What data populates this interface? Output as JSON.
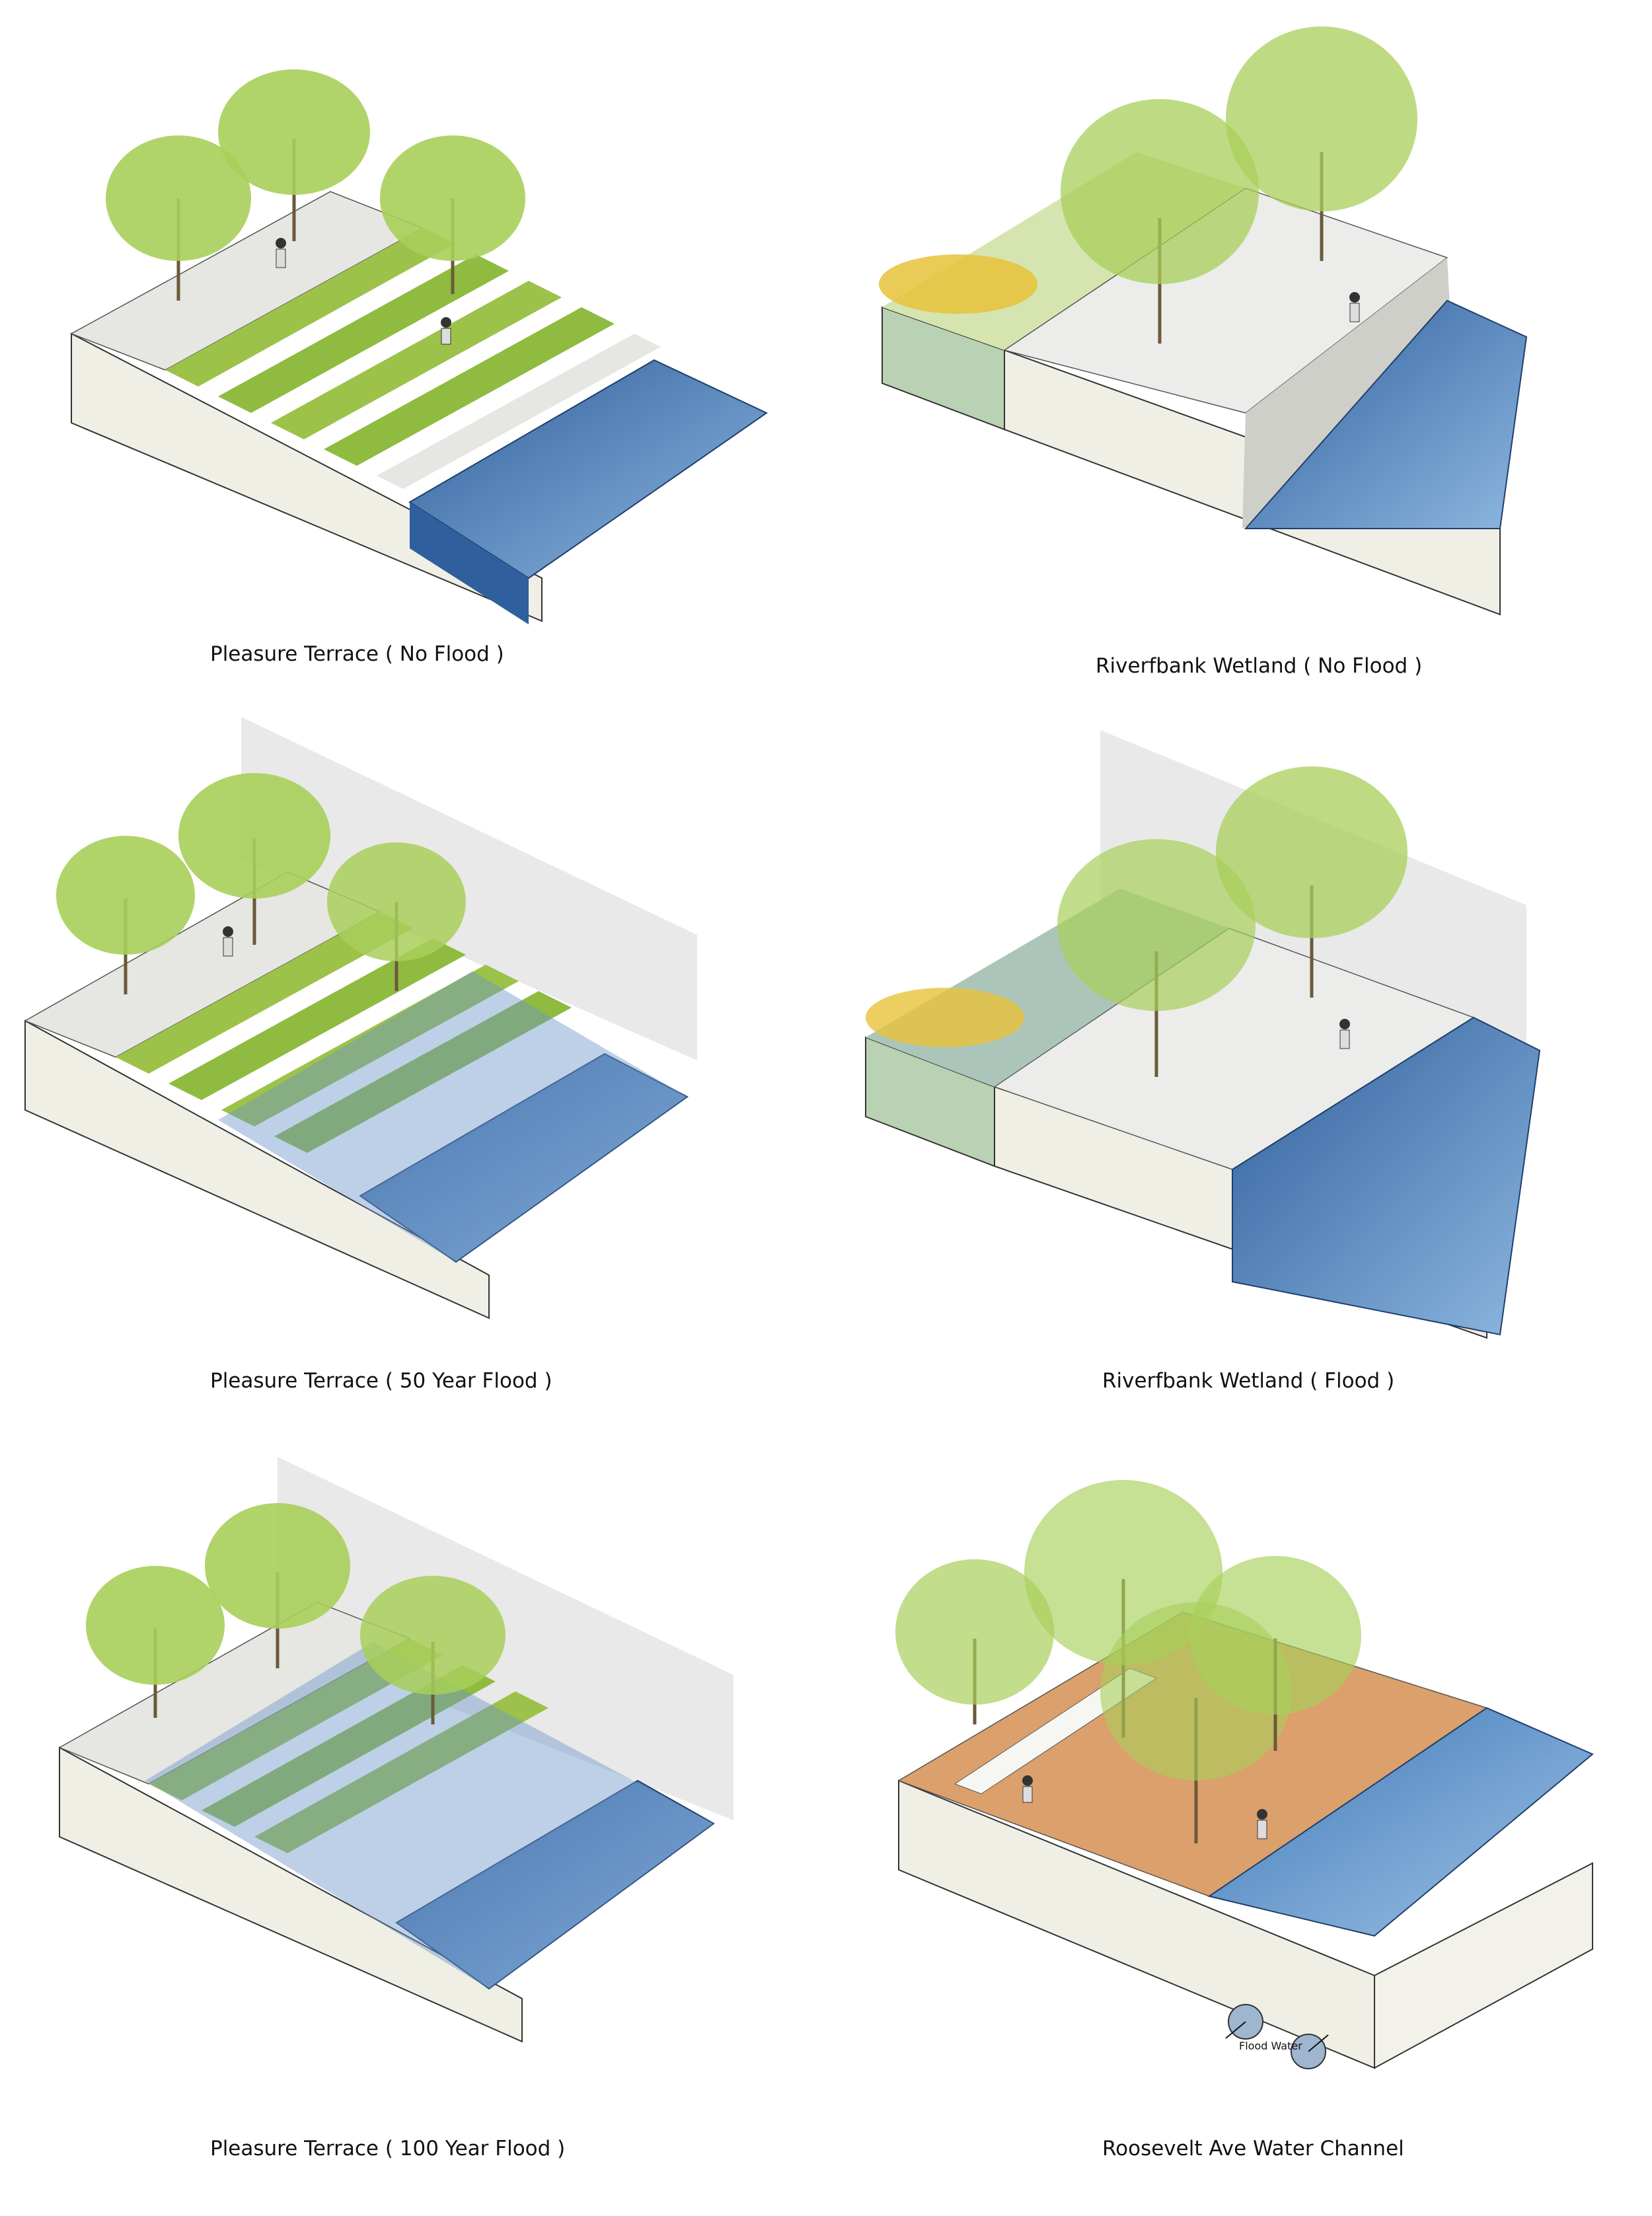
{
  "panels": [
    {
      "id": "pt-noflood",
      "caption": "Pleasure Terrace ( No Flood )"
    },
    {
      "id": "rw-noflood",
      "caption": "Riverfbank Wetland ( No Flood )"
    },
    {
      "id": "pt-50",
      "caption": "Pleasure Terrace ( 50 Year Flood )"
    },
    {
      "id": "rw-flood",
      "caption": "Riverfbank Wetland ( Flood )"
    },
    {
      "id": "pt-100",
      "caption": "Pleasure Terrace ( 100 Year Flood )"
    },
    {
      "id": "ra-channel",
      "caption": "Roosevelt Ave Water Channel",
      "label": "Flood Water"
    }
  ],
  "colors": {
    "water": "#3f78b8",
    "water_light": "#8fb6de",
    "grass": "#9cc24a",
    "paving": "#e8e8e4",
    "wall": "#efefe6",
    "wetland": "#b9d2b3",
    "wood": "#dba06b",
    "tree": "#a8cf5a",
    "flood_overlay": "#6f97c9"
  }
}
